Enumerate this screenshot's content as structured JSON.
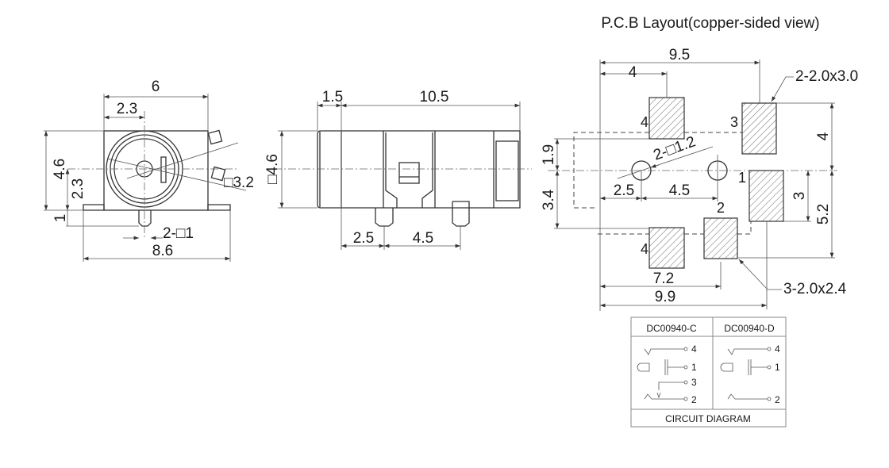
{
  "front_view": {
    "dim_width": "6",
    "dim_center_x": "2.3",
    "dim_height": "4.6",
    "dim_center_y": "2.3",
    "dim_pin": "1",
    "dim_pin_dia": "2-□1",
    "dim_total_width": "8.6",
    "dim_bore": "□3.2"
  },
  "side_view": {
    "dim_cap": "1.5",
    "dim_length": "10.5",
    "dim_dia": "□4.6",
    "dim_pin1": "2.5",
    "dim_pin2": "4.5"
  },
  "pcb_layout": {
    "title": "P.C.B Layout(copper-sided view)",
    "dim_9_5": "9.5",
    "dim_4_top": "4",
    "pad_spec_large": "2-2.0x3.0",
    "dim_4_right": "4",
    "dim_3_right": "3",
    "dim_5_2": "5.2",
    "dim_1_9": "1.9",
    "dim_3_4": "3.4",
    "dim_2_5": "2.5",
    "dim_4_5": "4.5",
    "hole_spec": "2-□1.2",
    "dim_7_2": "7.2",
    "dim_9_9": "9.9",
    "pad_spec_small": "3-2.0x2.4",
    "pad_labels": [
      "4",
      "3",
      "1",
      "2",
      "4"
    ]
  },
  "circuit_table": {
    "col_c": "DC00940-C",
    "col_d": "DC00940-D",
    "c_pins": [
      "4",
      "1",
      "3",
      "2"
    ],
    "d_pins": [
      "4",
      "1",
      "2"
    ],
    "footer": "CIRCUIT DIAGRAM"
  }
}
